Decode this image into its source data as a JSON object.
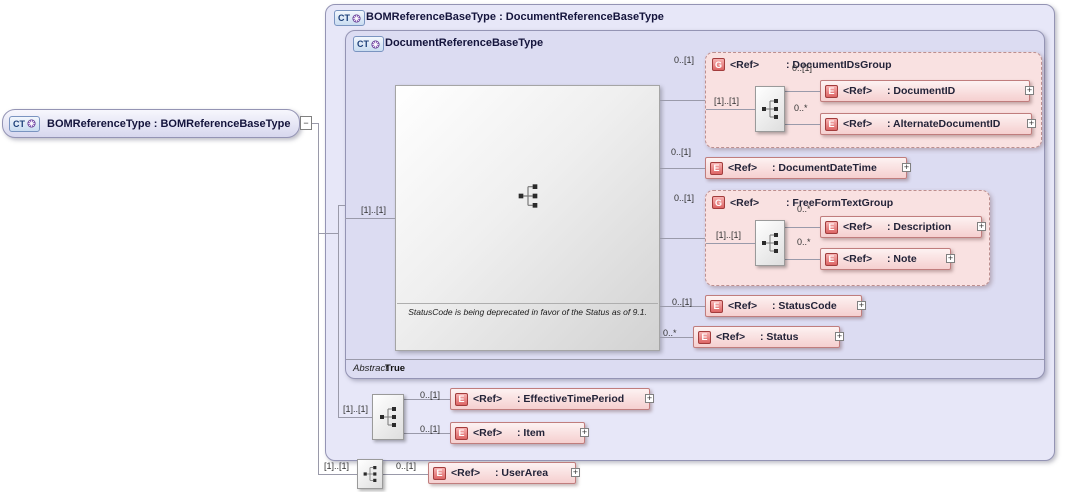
{
  "root_type": {
    "badge": "CT",
    "title": "BOMReferenceType : BOMReferenceBaseType"
  },
  "base_type": {
    "badge": "CT",
    "title": "BOMReferenceBaseType : DocumentReferenceBaseType"
  },
  "doc_ref_type": {
    "badge": "CT",
    "title": "DocumentReferenceBaseType",
    "sequence_cardinality": "[1]..[1]",
    "deprecation_note": "StatusCode is being deprecated in favor of the Status as of 9.1.",
    "abstract_label": "Abstract",
    "abstract_value": "True"
  },
  "base_sequence": {
    "cardinality": "[1]..[1]"
  },
  "root_sequence": {
    "cardinality": "[1]..[1]"
  },
  "elements": {
    "document_ids_group": {
      "badge": "G",
      "ref": "<Ref>",
      "name": ": DocumentIDsGroup",
      "cardinality": "0..[1]",
      "sequence_cardinality": "[1]..[1]"
    },
    "document_id": {
      "badge": "E",
      "ref": "<Ref>",
      "name": ": DocumentID",
      "cardinality": "0..[1]"
    },
    "alternate_document_id": {
      "badge": "E",
      "ref": "<Ref>",
      "name": ": AlternateDocumentID",
      "cardinality": "0..*"
    },
    "document_date_time": {
      "badge": "E",
      "ref": "<Ref>",
      "name": ": DocumentDateTime",
      "cardinality": "0..[1]"
    },
    "free_form_text_group": {
      "badge": "G",
      "ref": "<Ref>",
      "name": ": FreeFormTextGroup",
      "cardinality": "0..[1]",
      "sequence_cardinality": "[1]..[1]"
    },
    "description": {
      "badge": "E",
      "ref": "<Ref>",
      "name": ": Description",
      "cardinality": "0..*"
    },
    "note": {
      "badge": "E",
      "ref": "<Ref>",
      "name": ": Note",
      "cardinality": "0..*"
    },
    "status_code": {
      "badge": "E",
      "ref": "<Ref>",
      "name": ": StatusCode",
      "cardinality": "0..[1]"
    },
    "status": {
      "badge": "E",
      "ref": "<Ref>",
      "name": ": Status",
      "cardinality": "0..*"
    },
    "effective_time_period": {
      "badge": "E",
      "ref": "<Ref>",
      "name": ": EffectiveTimePeriod",
      "cardinality": "0..[1]"
    },
    "item": {
      "badge": "E",
      "ref": "<Ref>",
      "name": ": Item",
      "cardinality": "0..[1]"
    },
    "user_area": {
      "badge": "E",
      "ref": "<Ref>",
      "name": ": UserArea",
      "cardinality": "0..[1]"
    }
  },
  "icons": {
    "expand": "+",
    "collapse": "−",
    "sequence": "sequence-compositor",
    "complex_type_gear": "gear-circle"
  },
  "colors": {
    "container_fill": "#e7e7f8",
    "inner_fill": "#dcdcf2",
    "element_fill": "#f5cfcf",
    "element_border": "#c07d7d",
    "group_fill": "#f9e1e1",
    "group_border": "#bd8f8f",
    "badge_element": "#dc6464",
    "badge_complex_type": "#c9dcf1",
    "connector": "#9a9aaa"
  }
}
